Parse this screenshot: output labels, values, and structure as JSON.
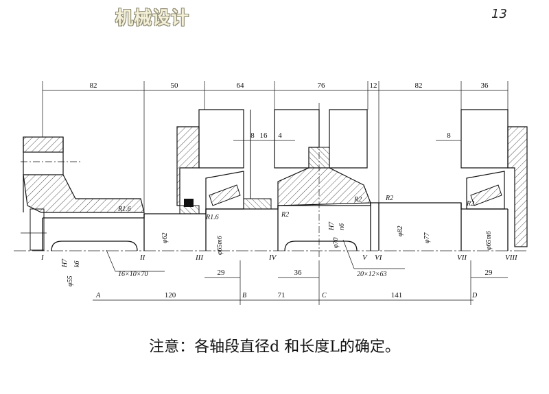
{
  "logo_text": "机械设计",
  "page_number": "13",
  "caption": "注意：各轴段直径d 和长度L的确定。",
  "dimensions": {
    "top": [
      "82",
      "50",
      "64",
      "76",
      "12",
      "82",
      "36"
    ],
    "inner": [
      "8",
      "16",
      "4",
      "8"
    ],
    "bottom_spans": [
      "29",
      "36",
      "29"
    ],
    "support_spans": [
      "120",
      "71",
      "141"
    ]
  },
  "section_labels": [
    "I",
    "II",
    "III",
    "IV",
    "V",
    "VI",
    "VII",
    "VIII"
  ],
  "support_points": [
    "A",
    "B",
    "C",
    "D"
  ],
  "fits": {
    "d1": "φ55",
    "d1_fit_top": "H7",
    "d1_fit_bottom": "k6",
    "d2": "φ62",
    "d3": "φ65m6",
    "d4": "φ70",
    "d4_fit_top": "H7",
    "d4_fit_bottom": "n6",
    "d5": "φ82",
    "d6": "φ77",
    "d7": "φ65m6"
  },
  "radii": [
    "R1.6",
    "R1.6",
    "R2",
    "R2",
    "R2",
    "R2"
  ],
  "keys": [
    "16×10×70",
    "20×12×63"
  ]
}
